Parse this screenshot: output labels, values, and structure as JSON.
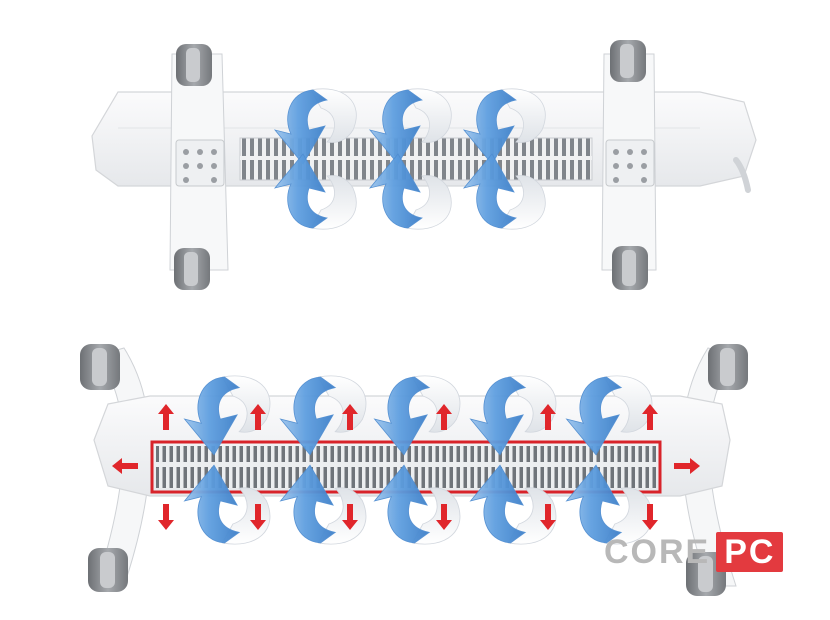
{
  "scene": {
    "illustration": "convector-heater-airflow",
    "panels": [
      "heater-top",
      "heater-bottom"
    ],
    "icons": [
      "cold-air-arrow-icon",
      "heat-arrow-icon",
      "caster-wheel-icon"
    ],
    "colors": {
      "background": "#ffffff",
      "air_arrow": "#6aa8e2",
      "air_arrow_light": "#c7def3",
      "heat_arrow": "#e0262b",
      "heat_frame": "#d8232a",
      "housing": "#f4f5f6",
      "housing_stroke": "#d4d6d9",
      "grille": "#7c8187",
      "wheel": "#8a8d91"
    }
  },
  "watermark": {
    "part1": "CORE",
    "part2": "PC",
    "color_text": "#b8b8b8",
    "color_badge": "#e33a3f"
  }
}
